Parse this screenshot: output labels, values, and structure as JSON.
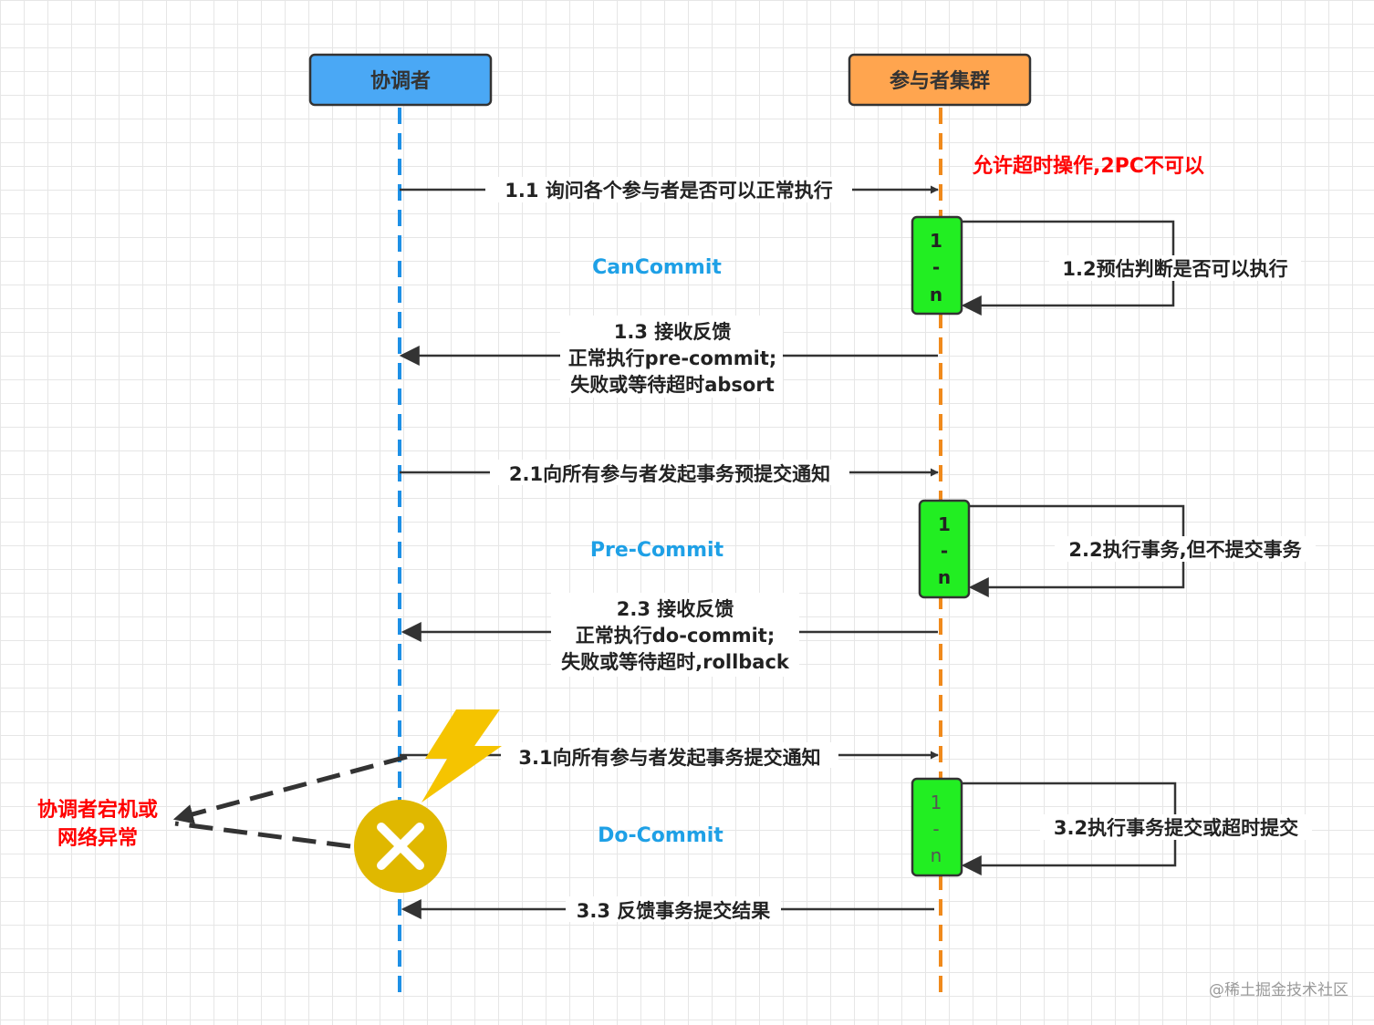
{
  "participants": {
    "coordinator": "协调者",
    "cohort": "参与者集群"
  },
  "colors": {
    "coordinator_fill": "#4aa8f5",
    "coordinator_line": "#1e90e6",
    "cohort_fill": "#ffa54f",
    "cohort_line": "#f08a1c",
    "activation_fill": "#22ee22",
    "phase_label": "#1ea0e6",
    "warning": "#ff0000",
    "bolt": "#f5c400",
    "fail_circle": "#e0b800"
  },
  "top_note": "允许超时操作,2PC不可以",
  "phases": {
    "can_commit": "CanCommit",
    "pre_commit": "Pre-Commit",
    "do_commit": "Do-Commit"
  },
  "messages": {
    "m1_1": "1.1 询问各个参与者是否可以正常执行",
    "m1_2": "1.2预估判断是否可以执行",
    "m1_3": [
      "1.3 接收反馈",
      "正常执行pre-commit;",
      "失败或等待超时absort"
    ],
    "m2_1": "2.1向所有参与者发起事务预提交通知",
    "m2_2": "2.2执行事务,但不提交事务",
    "m2_3": [
      "2.3 接收反馈",
      "正常执行do-commit;",
      "失败或等待超时,rollback"
    ],
    "m3_1": "3.1向所有参与者发起事务提交通知",
    "m3_2": "3.2执行事务提交或超时提交",
    "m3_3": "3.3 反馈事务提交结果"
  },
  "activation_label": [
    "1",
    "-",
    "n"
  ],
  "failure_note": [
    "协调者宕机或",
    "网络异常"
  ],
  "watermark": "@稀土掘金技术社区",
  "icons": {
    "lightning": "lightning-icon",
    "failure": "close-circle-icon"
  }
}
